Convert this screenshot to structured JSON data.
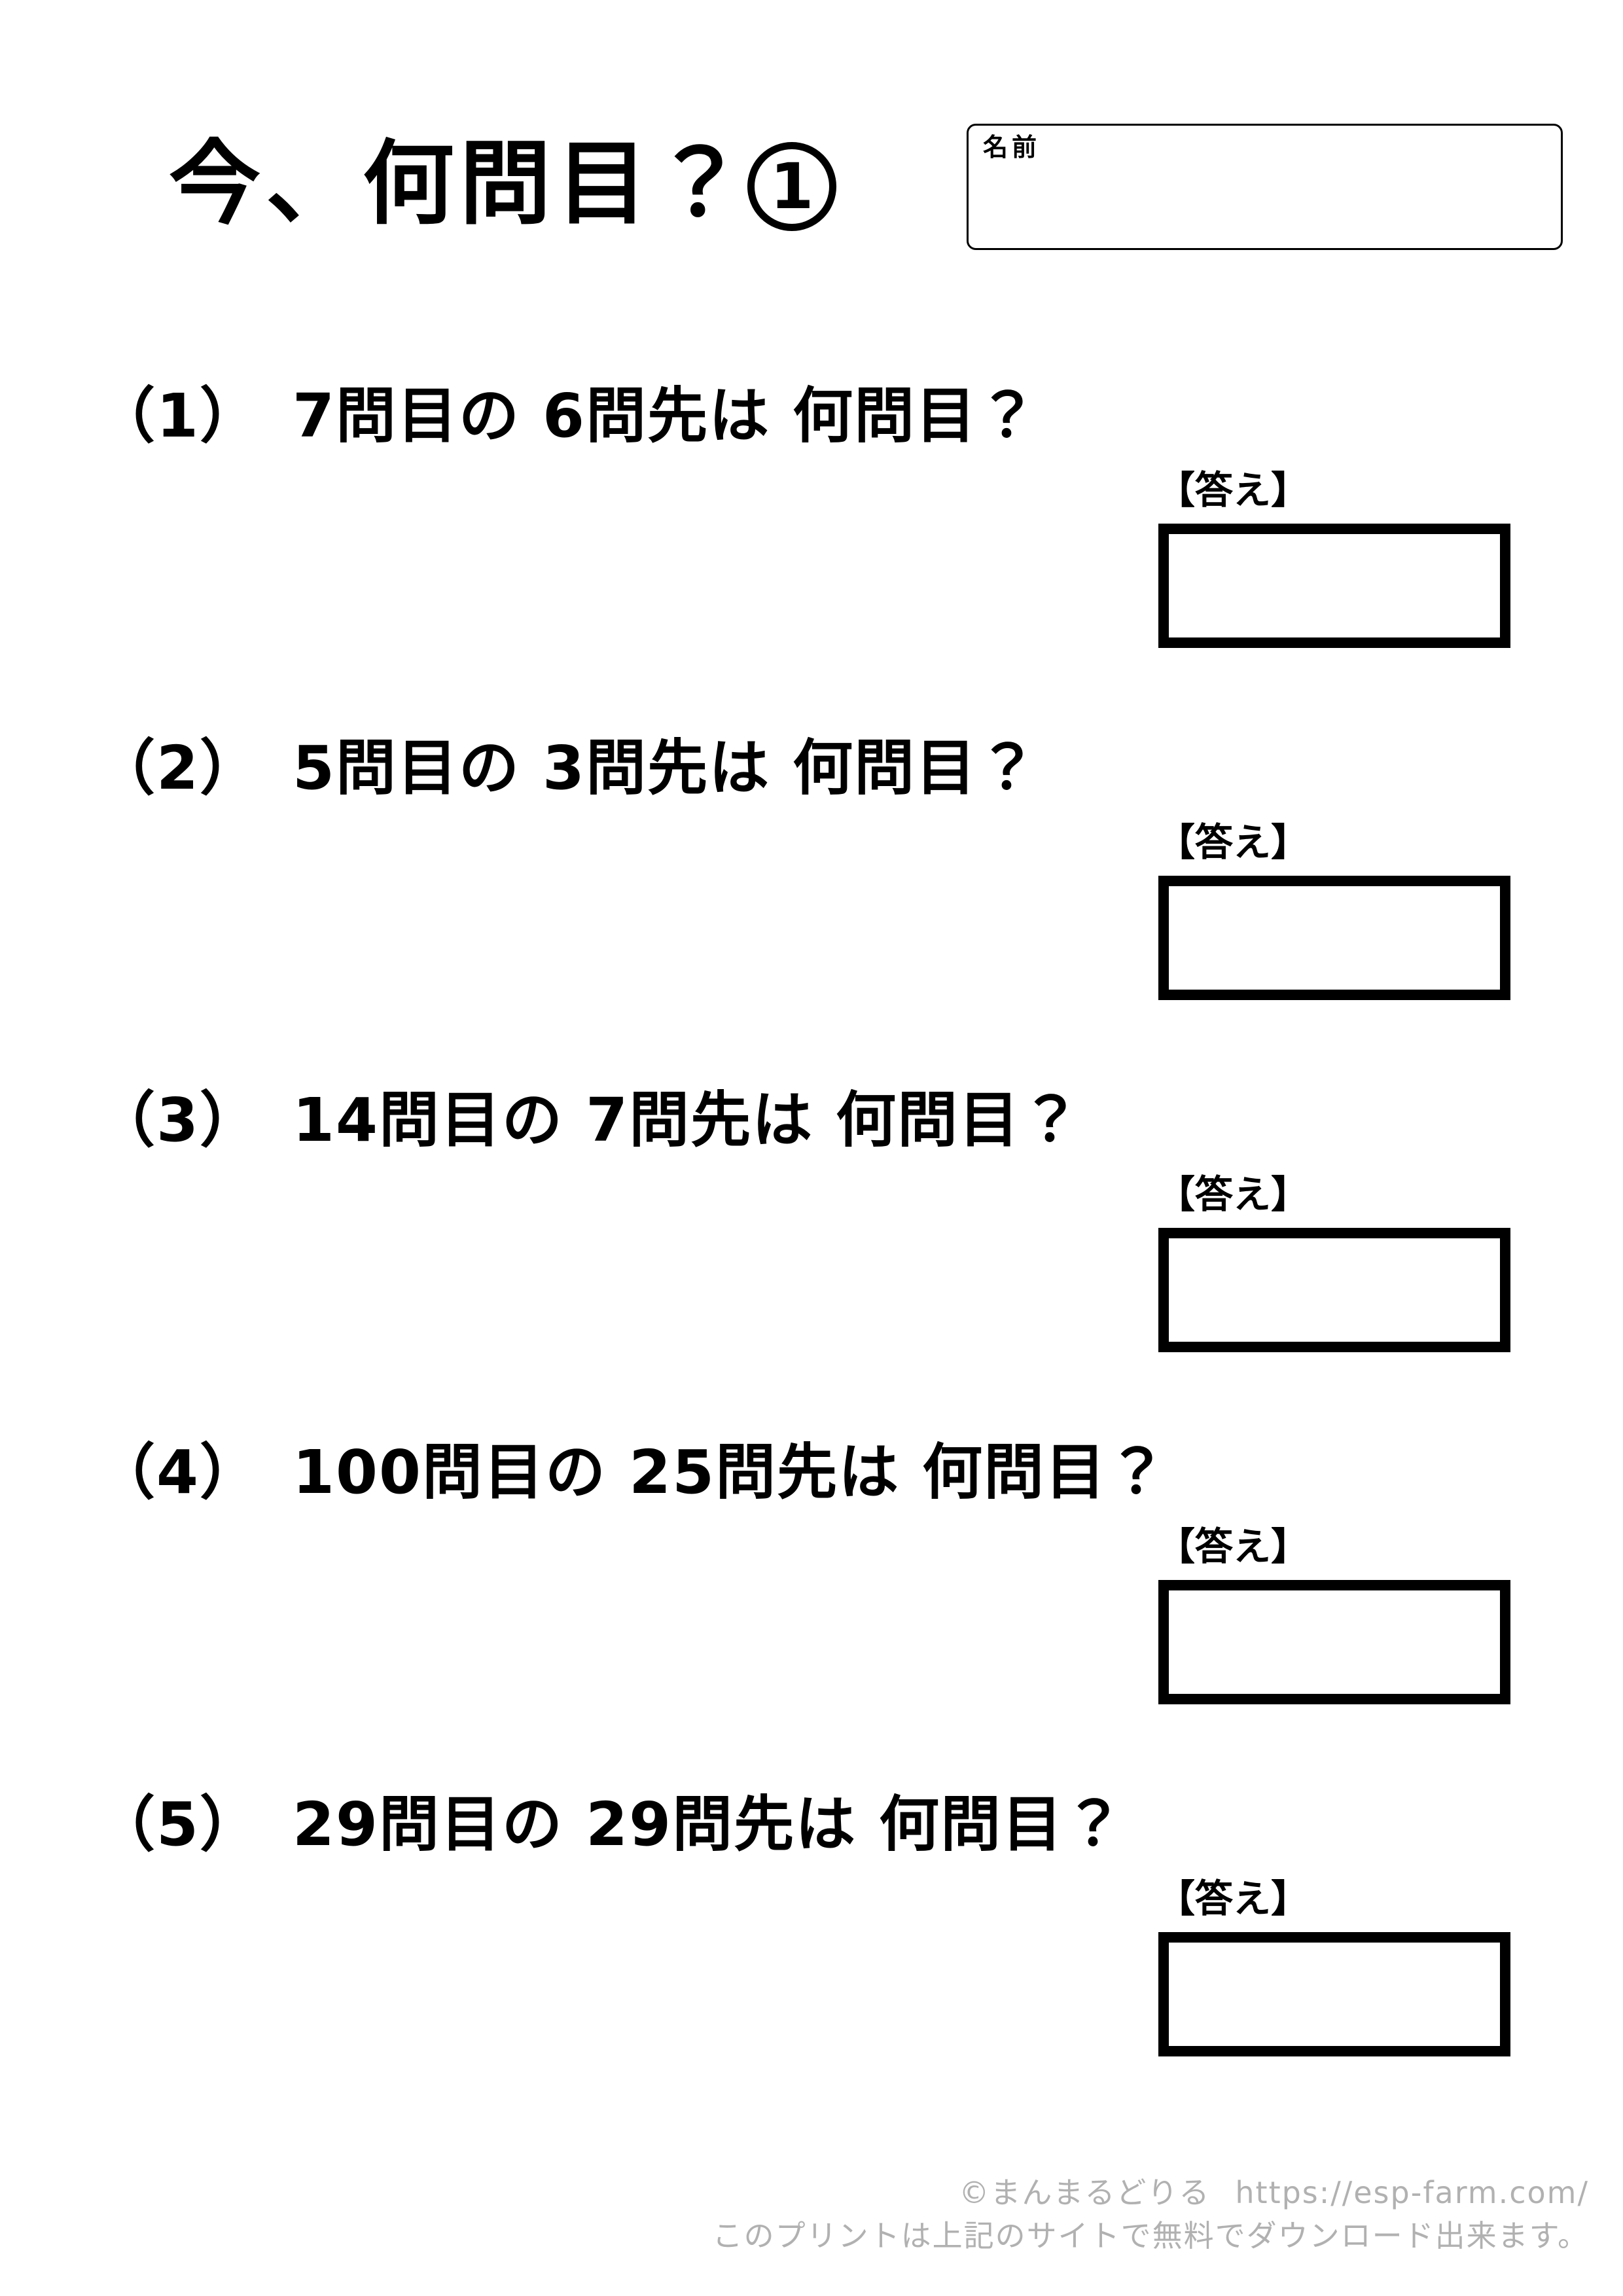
{
  "document": {
    "title": "今、何問目？",
    "sheet_number": "1",
    "name_label": "名前",
    "name_value": ""
  },
  "questions": [
    {
      "prompt": "（1）　7問目の 6問先は 何問目？",
      "answer_label": "【答え】",
      "answer_value": ""
    },
    {
      "prompt": "（2）　5問目の 3問先は 何問目？",
      "answer_label": "【答え】",
      "answer_value": ""
    },
    {
      "prompt": "（3）　14問目の 7問先は 何問目？",
      "answer_label": "【答え】",
      "answer_value": ""
    },
    {
      "prompt": "（4）　100問目の 25問先は 何問目？",
      "answer_label": "【答え】",
      "answer_value": ""
    },
    {
      "prompt": "（5）　29問目の 29問先は 何問目？",
      "answer_label": "【答え】",
      "answer_value": ""
    }
  ],
  "footer": {
    "credit": "©まんまるどりる",
    "url": "https://esp-farm.com/",
    "note": "このプリントは上記のサイトで無料でダウンロード出来ます。"
  },
  "colors": {
    "ink": "#000000",
    "footer_text": "#b1b1b1",
    "background": "#ffffff"
  }
}
